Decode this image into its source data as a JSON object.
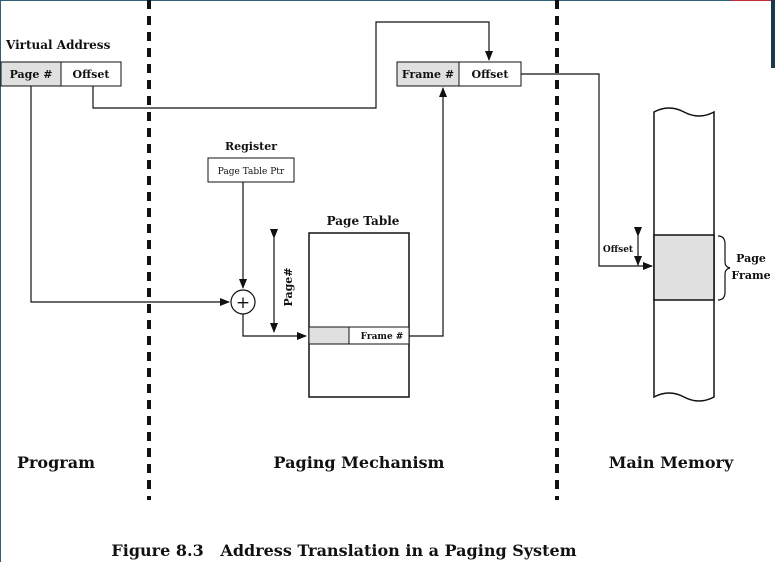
{
  "colors": {
    "shade": "#e0e0e0",
    "stroke": "#111111",
    "frame_top_left": "#2f5f77",
    "frame_top_right": "#c0303a"
  },
  "program": {
    "virtual_address_label": "Virtual Address",
    "page_field": "Page #",
    "offset_field": "Offset"
  },
  "paging": {
    "register_label": "Register",
    "register_box": "Page Table Ptr",
    "adder_symbol": "+",
    "page_table_label": "Page Table",
    "page_index_label": "Page#",
    "entry_frame": "Frame #",
    "output_frame_field": "Frame #",
    "output_offset_field": "Offset"
  },
  "memory": {
    "offset_label": "Offset",
    "page_frame_line1": "Page",
    "page_frame_line2": "Frame"
  },
  "sections": {
    "program": "Program",
    "paging": "Paging Mechanism",
    "memory": "Main Memory"
  },
  "caption": "Figure 8.3   Address Translation in a Paging System"
}
